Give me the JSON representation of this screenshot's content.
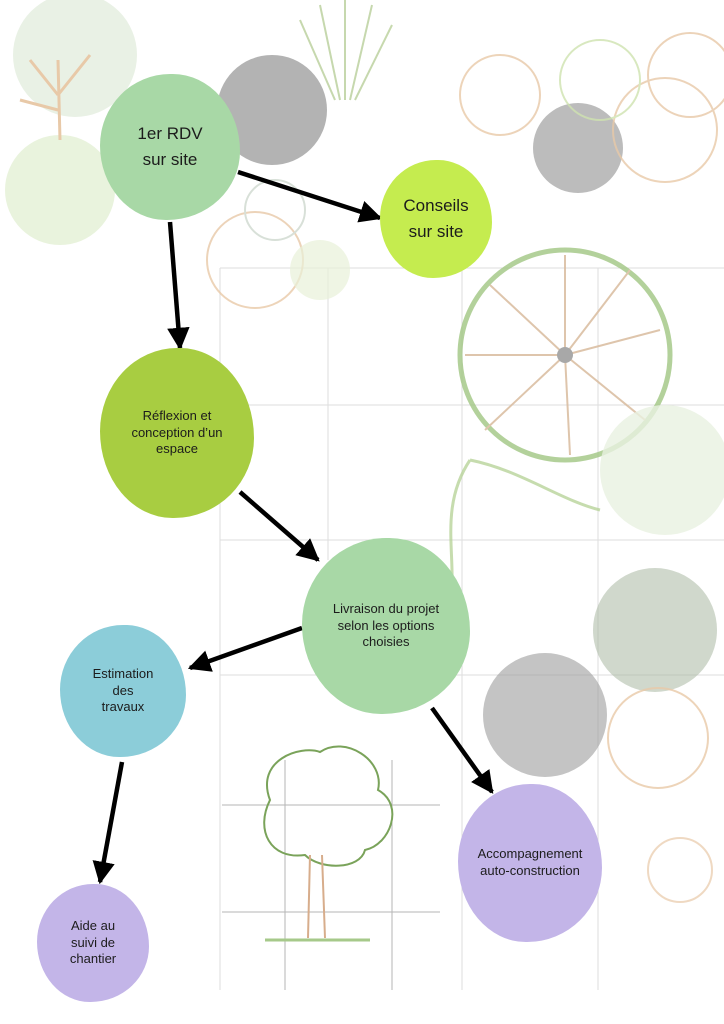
{
  "diagram": {
    "nodes": [
      {
        "id": "rdv",
        "label": "1er RDV\nsur site",
        "color": "#a8d8a6"
      },
      {
        "id": "conseils",
        "label": "Conseils\nsur site",
        "color": "#c5ec4f"
      },
      {
        "id": "reflexion",
        "label": "Réflexion et\nconception d’un\nespace",
        "color": "#a8cd41"
      },
      {
        "id": "livraison",
        "label": "Livraison du projet\nselon les options\nchoisies",
        "color": "#a8d8a6"
      },
      {
        "id": "estimation",
        "label": "Estimation\ndes\ntravaux",
        "color": "#8ccdd9"
      },
      {
        "id": "accompagnement",
        "label": "Accompagnement\nauto-construction",
        "color": "#c3b5e8"
      },
      {
        "id": "aide",
        "label": "Aide au\nsuivi de\nchantier",
        "color": "#c3b5e8"
      }
    ],
    "edges": [
      {
        "from": "rdv",
        "to": "conseils"
      },
      {
        "from": "rdv",
        "to": "reflexion"
      },
      {
        "from": "reflexion",
        "to": "livraison"
      },
      {
        "from": "livraison",
        "to": "estimation"
      },
      {
        "from": "livraison",
        "to": "accompagnement"
      },
      {
        "from": "estimation",
        "to": "aide"
      }
    ]
  }
}
